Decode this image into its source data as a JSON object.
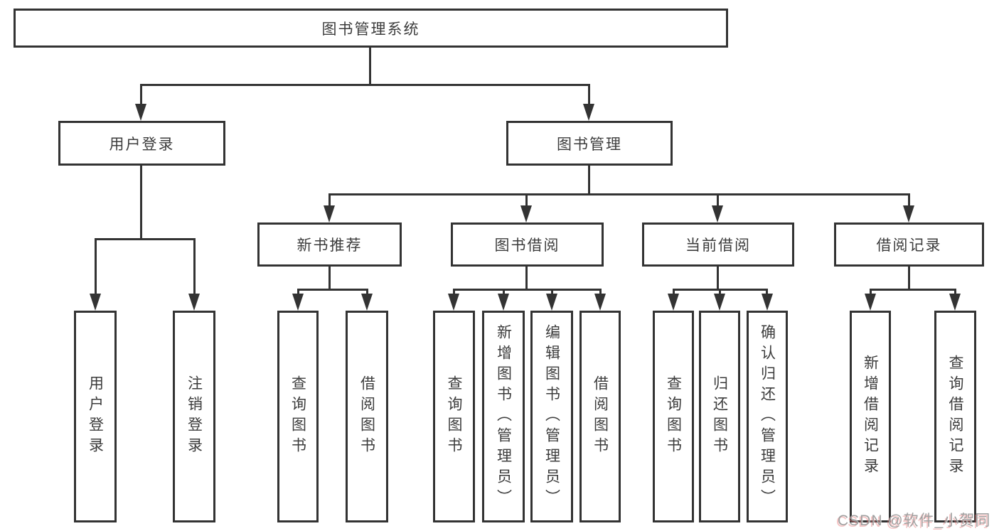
{
  "nodes": {
    "root": {
      "label": "图书管理系统"
    },
    "user_login": {
      "label": "用户登录"
    },
    "book_mgmt": {
      "label": "图书管理"
    },
    "new_book": {
      "label": "新书推荐"
    },
    "book_borrow": {
      "label": "图书借阅"
    },
    "current_borrow": {
      "label": "当前借阅"
    },
    "borrow_record": {
      "label": "借阅记录"
    }
  },
  "leaves": {
    "user_login": [
      "用户登录",
      "注销登录"
    ],
    "new_book": [
      "查询图书",
      "借阅图书"
    ],
    "book_borrow": [
      "查询图书",
      "新增图书（管理员）",
      "编辑图书（管理员）",
      "借阅图书"
    ],
    "current_borrow": [
      "查询图书",
      "归还图书",
      "确认归还（管理员）"
    ],
    "borrow_record": [
      "新增借阅记录",
      "查询借阅记录"
    ]
  },
  "watermark": {
    "text": "CSDN @软件_小贺同学"
  },
  "colors": {
    "line": "#333333",
    "text": "#3c3c3c",
    "background": "#ffffff",
    "watermark_text": "#a0a0a0",
    "watermark_shadow": "#e87878"
  }
}
